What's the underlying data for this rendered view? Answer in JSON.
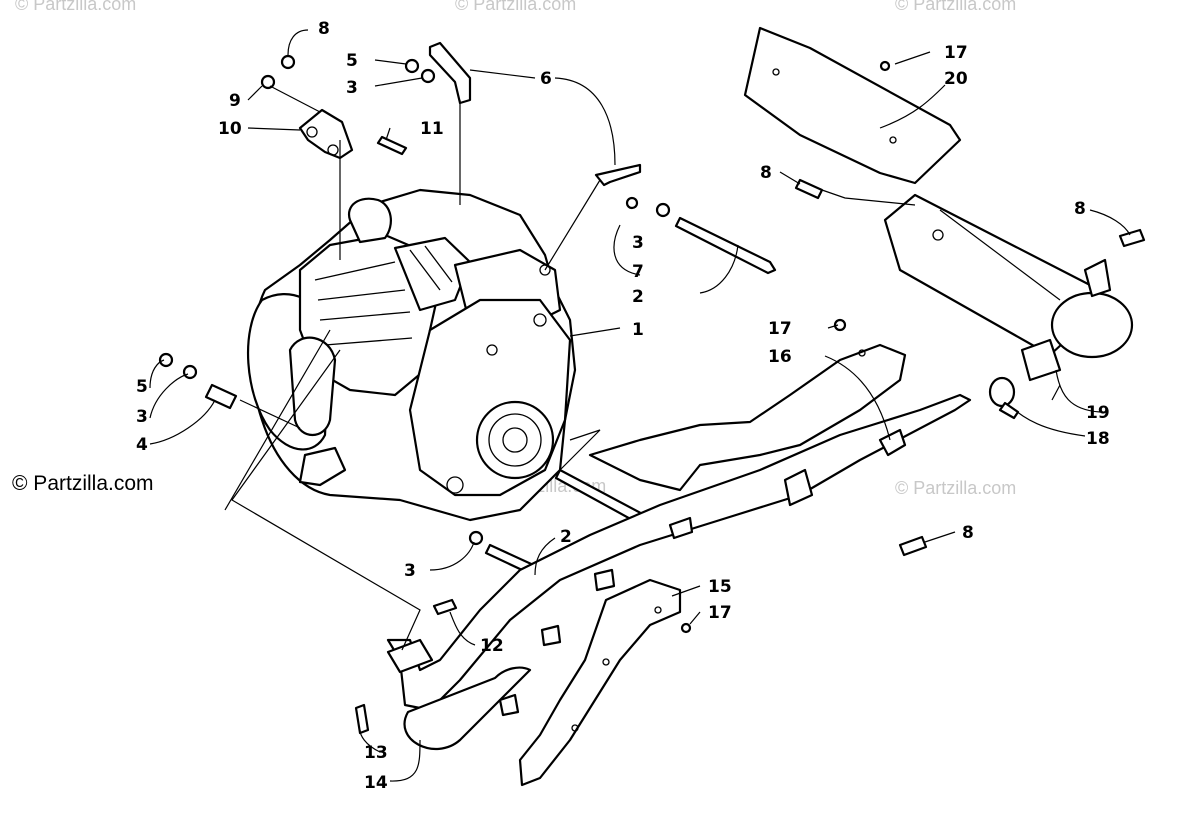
{
  "copyright": "© Partzilla.com",
  "watermark": "© Partzilla.com",
  "callouts": {
    "c8a": "8",
    "c5a": "5",
    "c3a": "3",
    "c6": "6",
    "c9": "9",
    "c10": "10",
    "c11": "11",
    "c17a": "17",
    "c20": "20",
    "c8b": "8",
    "c8c": "8",
    "c3b": "3",
    "c7": "7",
    "c2a": "2",
    "c1": "1",
    "c17b": "17",
    "c16": "16",
    "c5b": "5",
    "c3c": "3",
    "c4": "4",
    "c19": "19",
    "c18": "18",
    "c8d": "8",
    "c2b": "2",
    "c3d": "3",
    "c15": "15",
    "c17c": "17",
    "c12": "12",
    "c13": "13",
    "c14": "14"
  }
}
